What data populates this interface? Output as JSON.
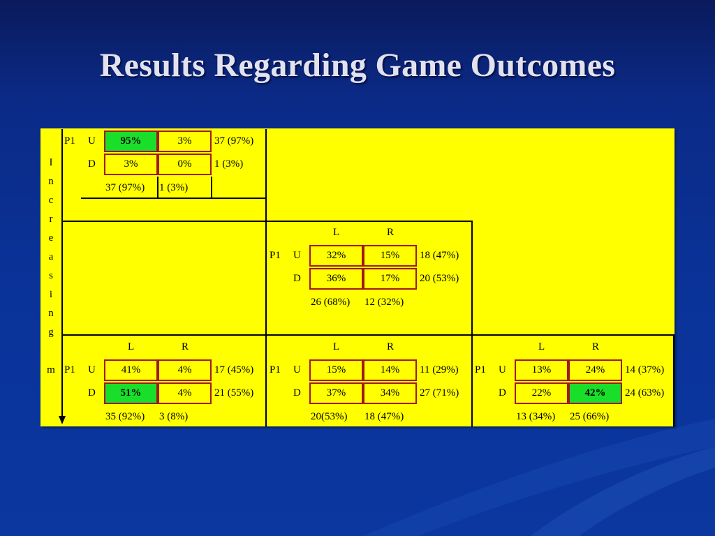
{
  "title": "Results Regarding Game Outcomes",
  "side_label": [
    "I",
    "n",
    "c",
    "r",
    "e",
    "a",
    "s",
    "i",
    "n",
    "g",
    "",
    "m"
  ],
  "player_label": "P1",
  "row_labels": [
    "U",
    "D"
  ],
  "col_labels": [
    "L",
    "R"
  ],
  "games": {
    "g1": {
      "cells": [
        [
          "95%",
          "3%"
        ],
        [
          "3%",
          "0%"
        ]
      ],
      "highlight": [
        [
          true,
          false
        ],
        [
          false,
          false
        ]
      ],
      "row_totals": [
        "37 (97%)",
        "1 (3%)"
      ],
      "col_totals": [
        "37 (97%)",
        "1 (3%)"
      ]
    },
    "g2": {
      "cells": [
        [
          "32%",
          "15%"
        ],
        [
          "36%",
          "17%"
        ]
      ],
      "highlight": [
        [
          false,
          false
        ],
        [
          false,
          false
        ]
      ],
      "row_totals": [
        "18 (47%)",
        "20 (53%)"
      ],
      "col_totals": [
        "26 (68%)",
        "12 (32%)"
      ]
    },
    "g3": {
      "cells": [
        [
          "41%",
          "4%"
        ],
        [
          "51%",
          "4%"
        ]
      ],
      "highlight": [
        [
          false,
          false
        ],
        [
          true,
          false
        ]
      ],
      "row_totals": [
        "17 (45%)",
        "21 (55%)"
      ],
      "col_totals": [
        "35 (92%)",
        "3 (8%)"
      ]
    },
    "g4": {
      "cells": [
        [
          "15%",
          "14%"
        ],
        [
          "37%",
          "34%"
        ]
      ],
      "highlight": [
        [
          false,
          false
        ],
        [
          false,
          false
        ]
      ],
      "row_totals": [
        "11 (29%)",
        "27 (71%)"
      ],
      "col_totals": [
        "20(53%)",
        "18 (47%)"
      ]
    },
    "g5": {
      "cells": [
        [
          "13%",
          "24%"
        ],
        [
          "22%",
          "42%"
        ]
      ],
      "highlight": [
        [
          false,
          false
        ],
        [
          false,
          true
        ]
      ],
      "row_totals": [
        "14 (37%)",
        "24 (63%)"
      ],
      "col_totals": [
        "13 (34%)",
        "25 (66%)"
      ]
    }
  },
  "colors": {
    "panel": "#ffff00",
    "highlight": "#1adf2a",
    "cell_border": "#a01a1a",
    "background": "#0a3399",
    "title": "#e2e2ee"
  }
}
